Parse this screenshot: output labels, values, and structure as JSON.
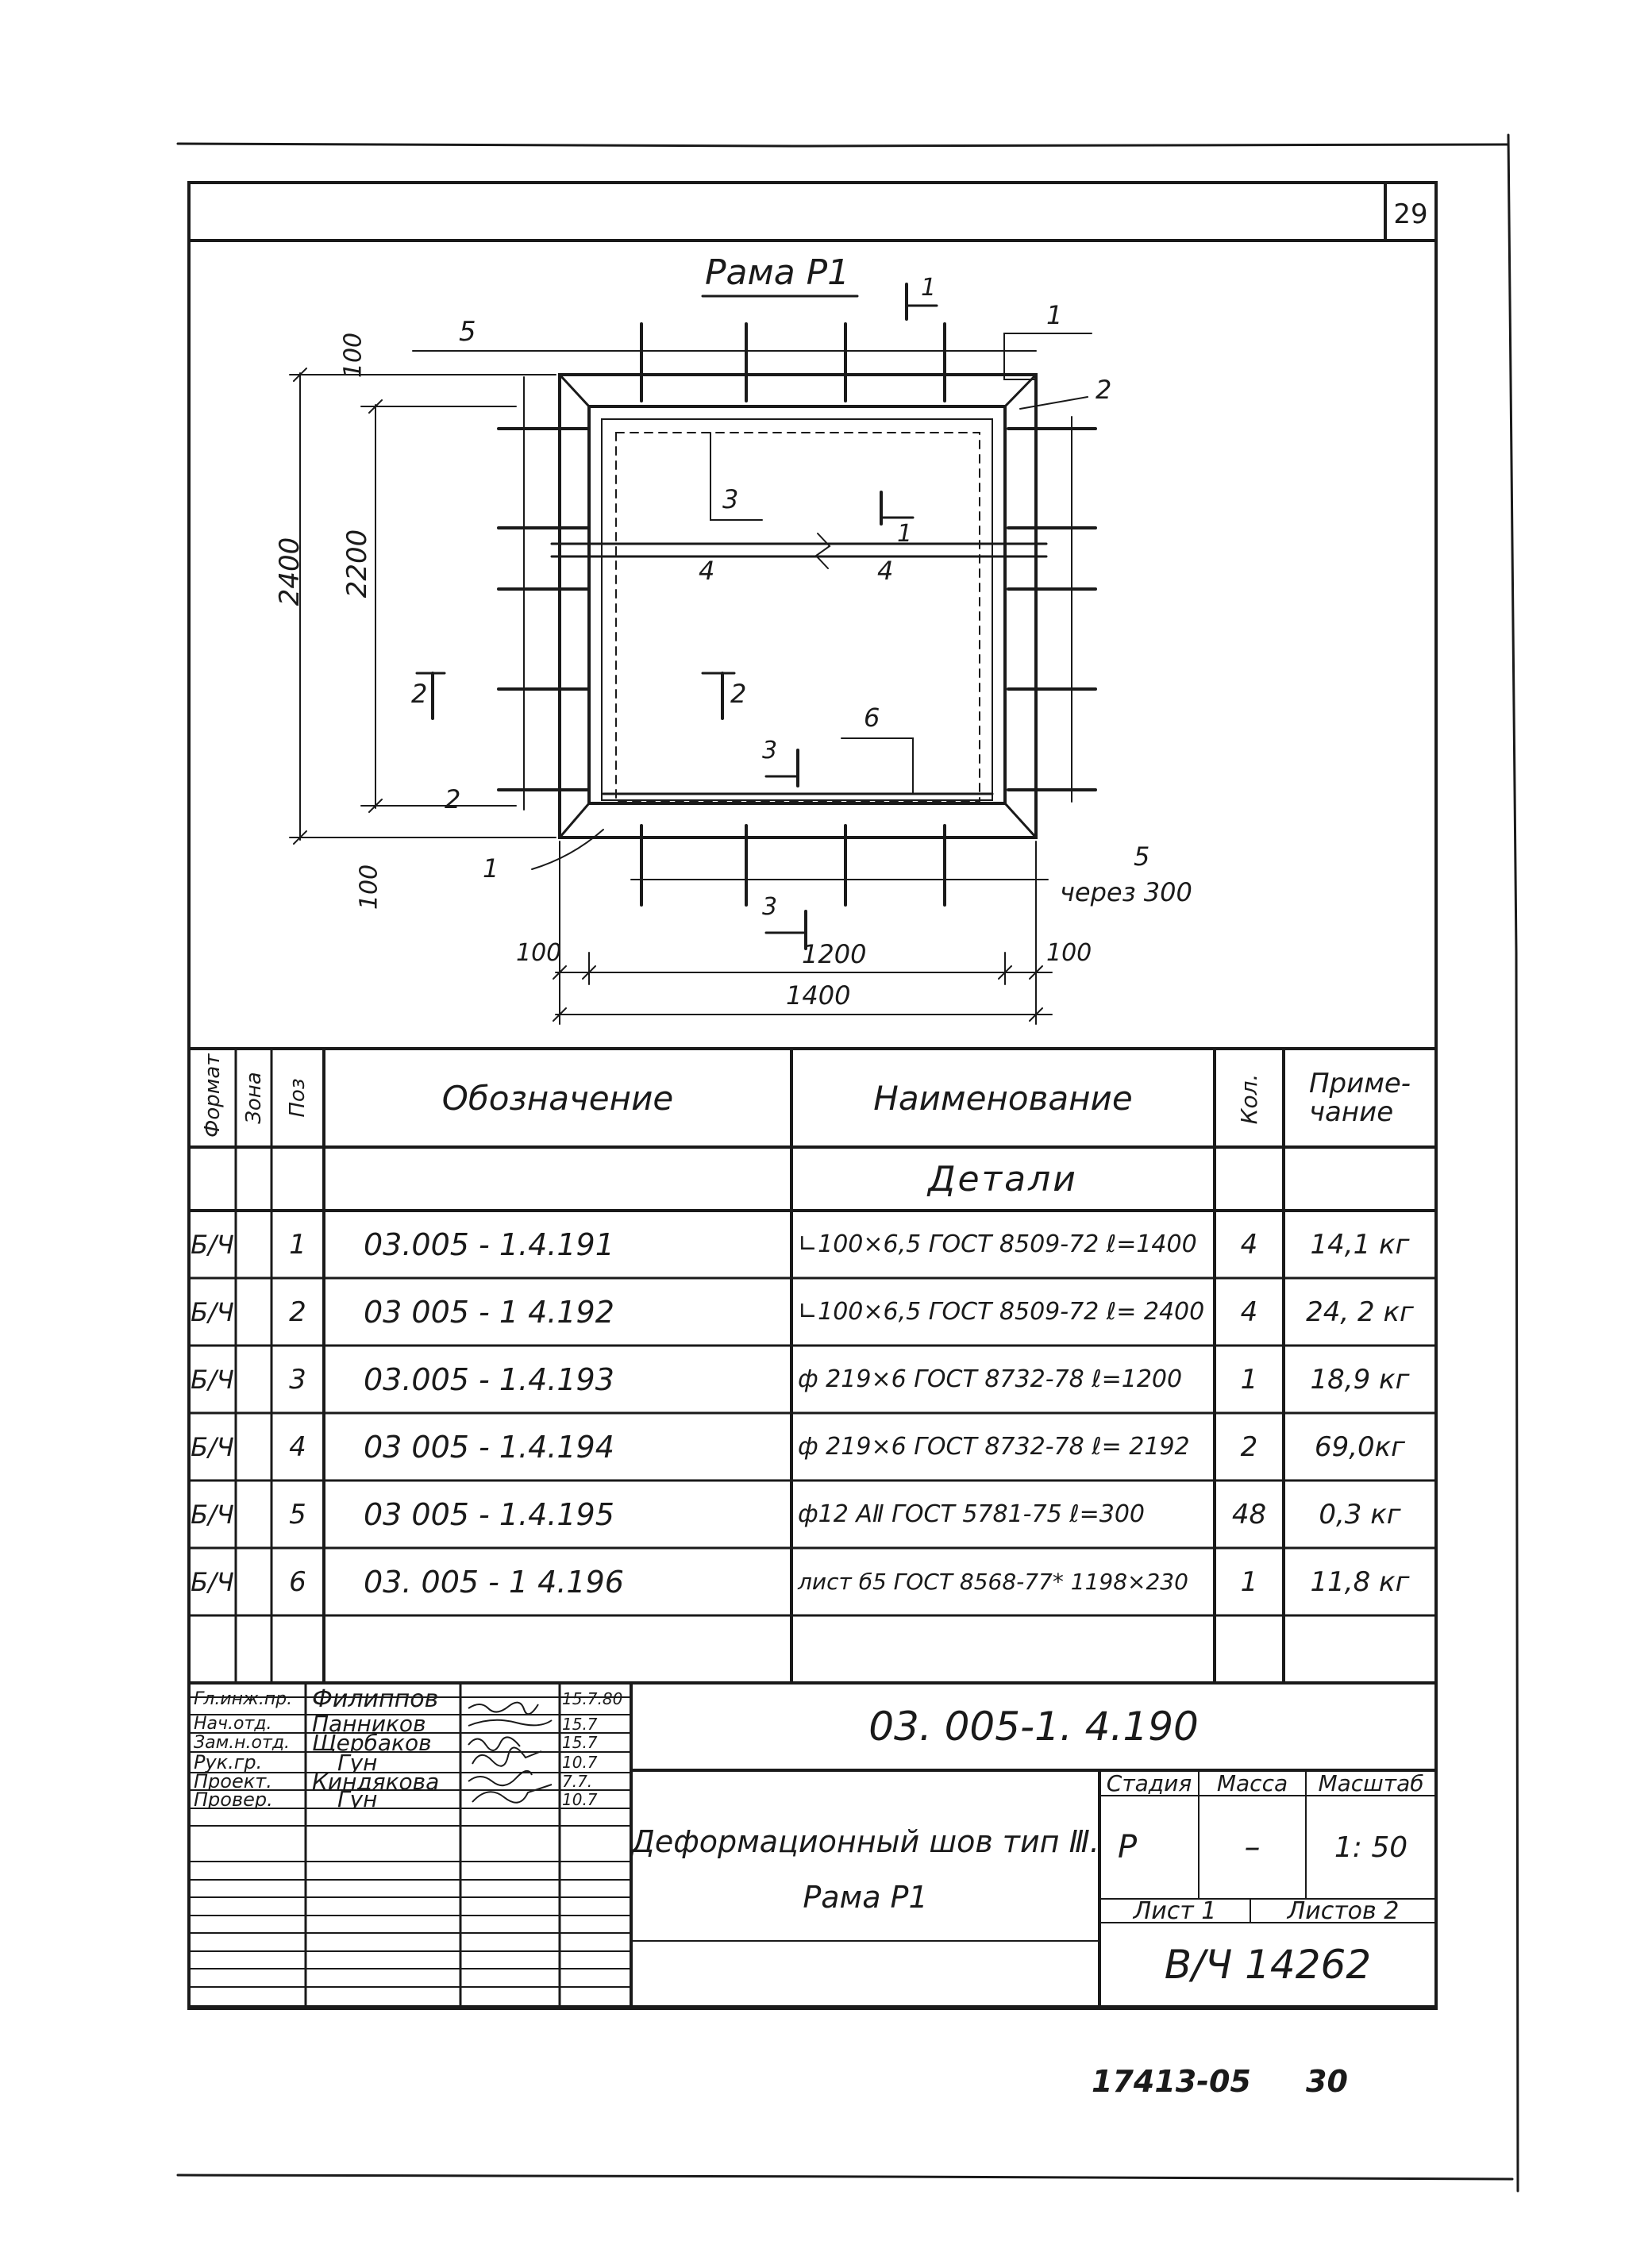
{
  "sheet": {
    "page_number": "29",
    "bottom_note_code": "17413-05",
    "bottom_note_num": "30"
  },
  "drawing": {
    "title": "Рама Р1",
    "dims": {
      "overall_height": "2400",
      "inner_height": "2200",
      "top_offset": "100",
      "bottom_offset": "100",
      "overall_width": "1400",
      "inner_width": "1200",
      "left_offset": "100",
      "right_offset": "100"
    },
    "callouts": {
      "c1_top": "1",
      "c2_right": "2",
      "c5_top": "5",
      "c3_inner": "3",
      "c4_left": "4",
      "c4_right": "4",
      "c2_left": "2",
      "c1_left": "1",
      "c6": "6",
      "c5_bottom": "5",
      "c5_spacing": "через 300"
    },
    "sections": {
      "s1_top": "1",
      "s1_inner": "1",
      "s2_left": "2",
      "s2_inner": "2",
      "s3_inner": "3",
      "s3_bottom": "3"
    }
  },
  "spec": {
    "headers": {
      "format": "Формат",
      "zone": "Зона",
      "pos": "Поз",
      "designation": "Обозначение",
      "name": "Наименование",
      "qty": "Кол.",
      "note": "Приме-\nчание"
    },
    "section_title": "Детали",
    "rows": [
      {
        "format": "Б/Ч",
        "pos": "1",
        "designation": "03.005 - 1.4.191",
        "name": "∟100×6,5 ГОСТ 8509-72  ℓ=1400",
        "qty": "4",
        "note": "14,1 кг"
      },
      {
        "format": "Б/Ч",
        "pos": "2",
        "designation": "03 005 - 1 4.192",
        "name": "∟100×6,5 ГОСТ 8509-72  ℓ= 2400",
        "qty": "4",
        "note": "24, 2 кг"
      },
      {
        "format": "Б/Ч",
        "pos": "3",
        "designation": "03.005 - 1.4.193",
        "name": "ф 219×6 ГОСТ 8732-78 ℓ=1200",
        "qty": "1",
        "note": "18,9 кг"
      },
      {
        "format": "Б/Ч",
        "pos": "4",
        "designation": "03 005 - 1.4.194",
        "name": "ф 219×6 ГОСТ 8732-78 ℓ= 2192",
        "qty": "2",
        "note": "69,0кг"
      },
      {
        "format": "Б/Ч",
        "pos": "5",
        "designation": "03 005 - 1.4.195",
        "name": "ф12 АⅡ  ГОСТ 5781-75  ℓ=300",
        "qty": "48",
        "note": "0,3 кг"
      },
      {
        "format": "Б/Ч",
        "pos": "6",
        "designation": "03. 005 - 1 4.196",
        "name": "лист б5 ГОСТ 8568-77* 1198×230",
        "qty": "1",
        "note": "11,8 кг"
      }
    ]
  },
  "title_block": {
    "signatures": [
      {
        "role": "Гл.инж.пр.",
        "name": "Филиппов",
        "date": "15.7.80"
      },
      {
        "role": "Нач.отд.",
        "name": "Панников",
        "date": "15.7"
      },
      {
        "role": "Зам.н.отд.",
        "name": "Щербаков",
        "date": "15.7"
      },
      {
        "role": "Рук.гр.",
        "name": "Гун",
        "date": "10.7"
      },
      {
        "role": "Проект.",
        "name": "Киндякова",
        "date": "7.7."
      },
      {
        "role": "Провер.",
        "name": "Гун",
        "date": "10.7"
      }
    ],
    "doc_code": "03. 005-1. 4.190",
    "doc_title_line1": "Деформационный шов тип Ⅲ.",
    "doc_title_line2": "Рама Р1",
    "stage_label": "Стадия",
    "mass_label": "Масса",
    "scale_label": "Масштаб",
    "stage_value": "Р",
    "mass_value": "–",
    "scale_value": "1: 50",
    "sheet_label": "Лист 1",
    "sheets_label": "Листов 2",
    "org": "В/Ч 14262"
  }
}
